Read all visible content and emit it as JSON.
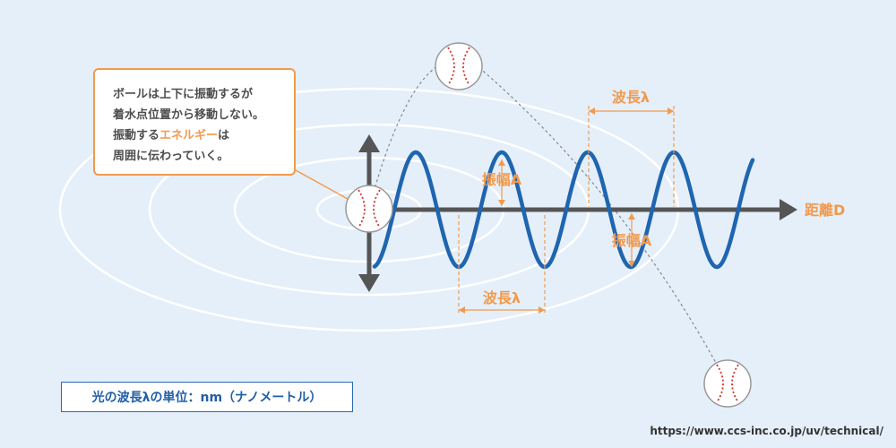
{
  "callout": {
    "line1": "ボールは上下に振動するが",
    "line2": "着水点位置から移動しない。",
    "line3_pre": "振動する",
    "line3_highlight": "エネルギー",
    "line3_post": "は",
    "line4": "周囲に伝わっていく。"
  },
  "labels": {
    "wavelength_top": "波長λ",
    "wavelength_bottom": "波長λ",
    "amplitude_upper": "振幅A",
    "amplitude_lower": "振幅A",
    "distance_axis": "距離D"
  },
  "unit_box": "光の波長λの単位：nm（ナノメートル）",
  "source_url": "https://www.ccs-inc.co.jp/uv/technical/",
  "colors": {
    "background": "#e5eff9",
    "wave": "#1f65b0",
    "axis": "#555555",
    "accent": "#f19a4e",
    "ripple": "#ffffff"
  }
}
